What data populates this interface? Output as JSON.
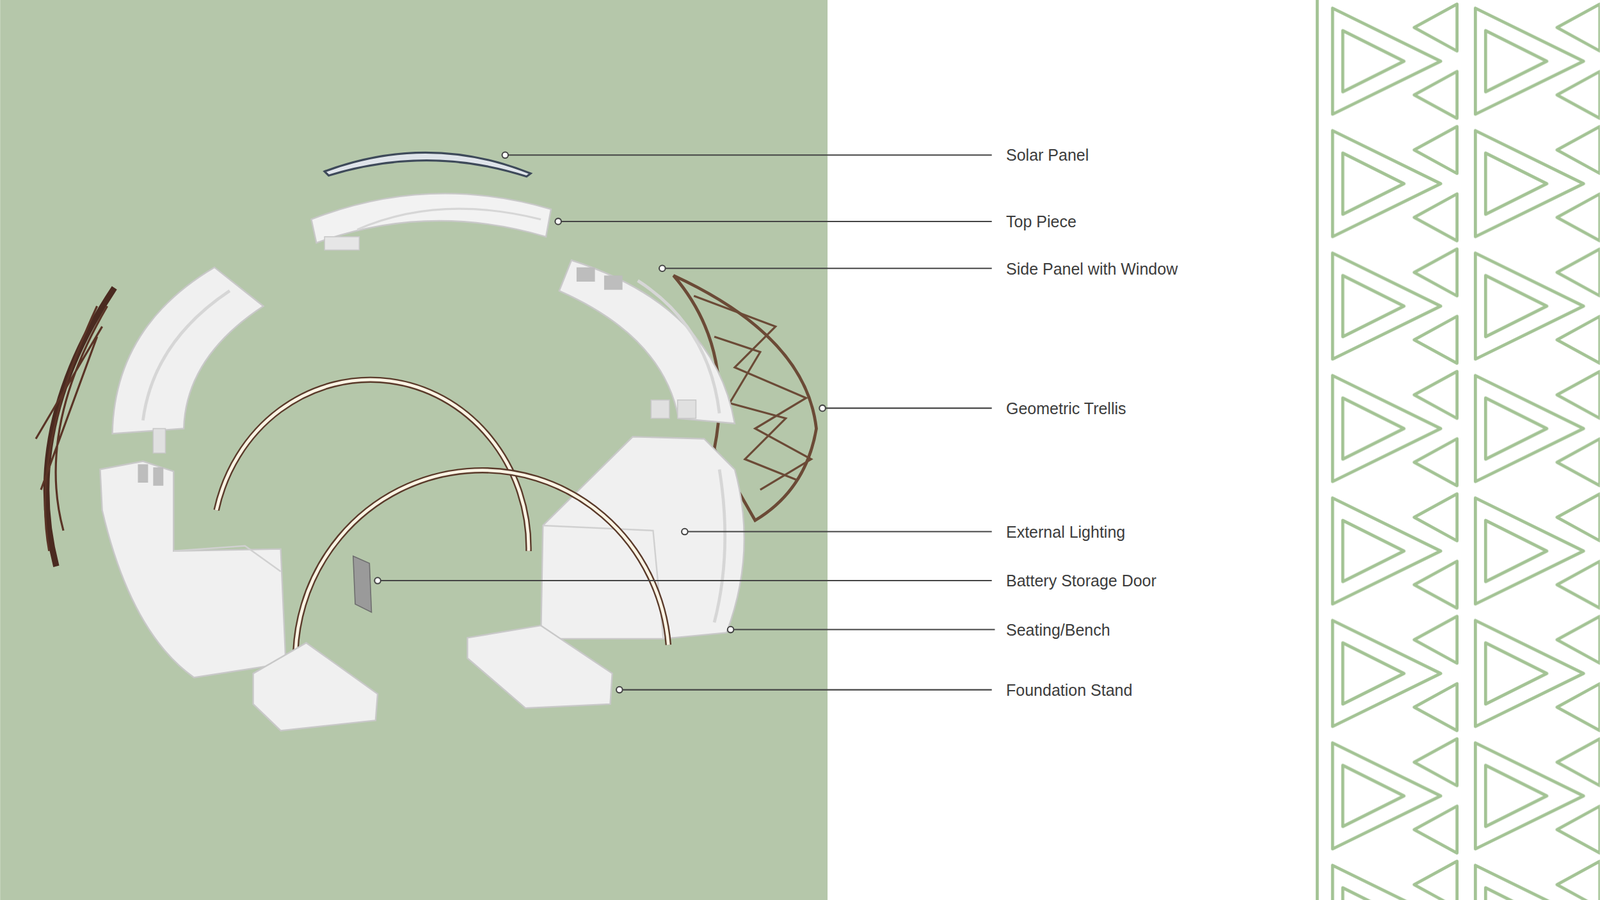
{
  "diagram": {
    "labels": [
      "Solar Panel",
      "Top Piece",
      "Side Panel with Window",
      "Geometric Trellis",
      "External Lighting",
      "Battery Storage Door",
      "Seating/Bench",
      "Foundation Stand"
    ]
  }
}
